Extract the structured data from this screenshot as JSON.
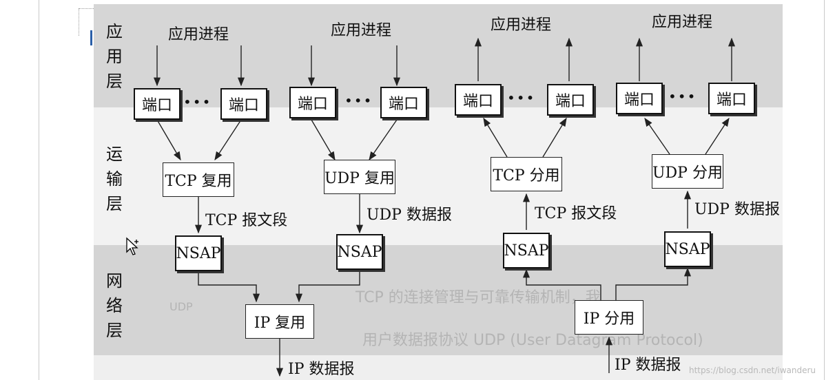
{
  "layers": {
    "application": "应用层",
    "transport": "运输层",
    "network": "网络层"
  },
  "process_label": "应用进程",
  "port_label": "端口",
  "ellipsis": "•••",
  "mux": {
    "tcp_mux": "TCP 复用",
    "udp_mux": "UDP 复用",
    "tcp_demux": "TCP 分用",
    "udp_demux": "UDP 分用",
    "ip_mux": "IP 复用",
    "ip_demux": "IP 分用"
  },
  "nsap": "NSAP",
  "pdu": {
    "tcp_segment": "TCP 报文段",
    "udp_datagram": "UDP 数据报",
    "ip_datagram": "IP 数据报"
  },
  "background_text": {
    "line1": "TCP 的连接管理与可靠传输机制，我",
    "line2": "用户数据报协议 UDP (User Datagram Protocol)",
    "table_cell": "UDP"
  },
  "watermark": "https://blog.csdn.net/iwanderu",
  "colors": {
    "scan_bg": "#ececec",
    "band": "#d8d8d8",
    "line": "#222222",
    "box_bg": "#ffffff"
  }
}
